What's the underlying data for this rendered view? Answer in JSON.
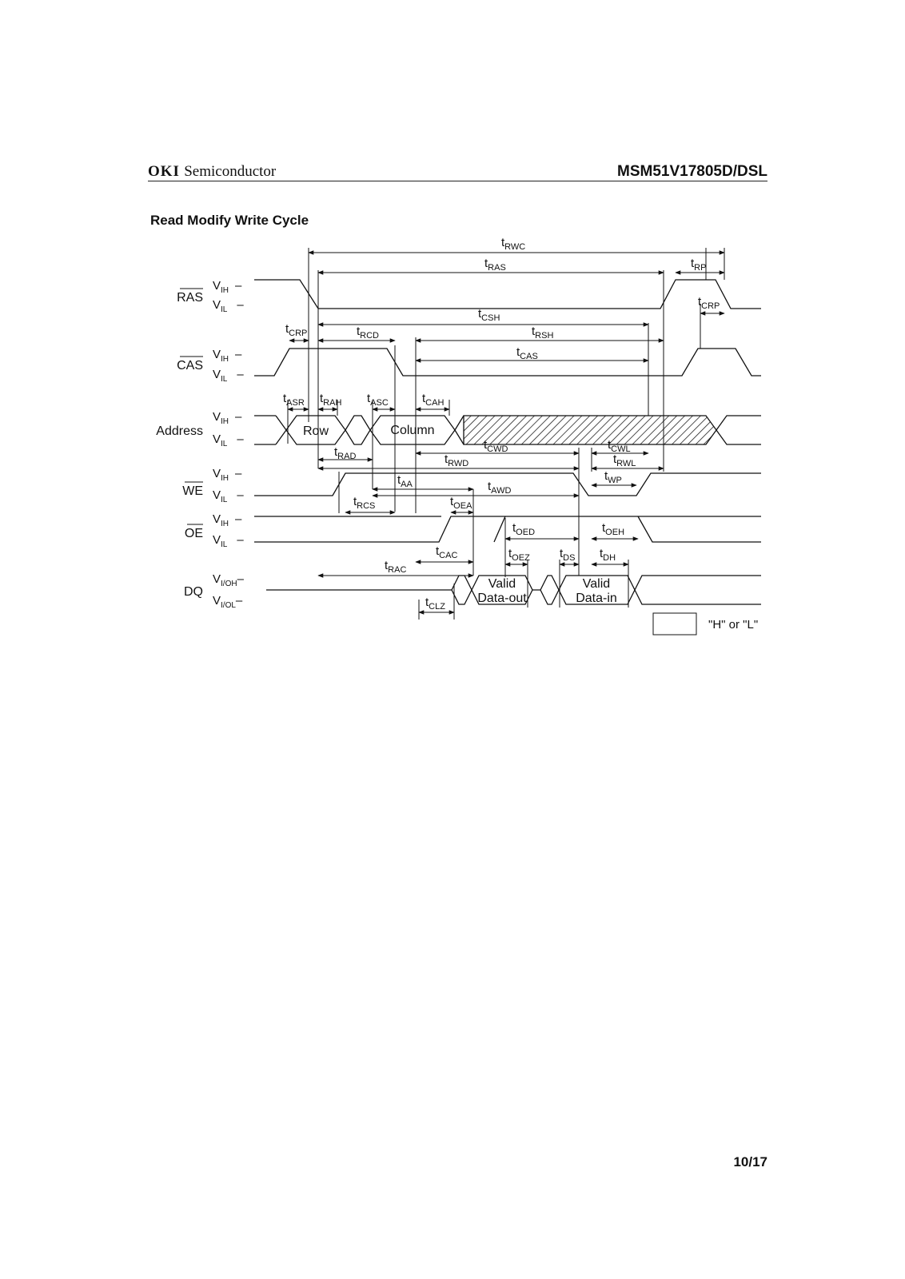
{
  "header": {
    "brand": "OKI",
    "brand_sub": "Semiconductor",
    "part_number": "MSM51V17805D/DSL"
  },
  "section_title": "Read Modify Write Cycle",
  "signals": {
    "ras": "RAS",
    "cas": "CAS",
    "address": "Address",
    "we": "WE",
    "oe": "OE",
    "dq": "DQ"
  },
  "levels": {
    "vih": {
      "base": "V",
      "sub": "IH"
    },
    "vil": {
      "base": "V",
      "sub": "IL"
    },
    "vioh": {
      "base": "V",
      "sub": "I/OH"
    },
    "viol": {
      "base": "V",
      "sub": "I/OL"
    },
    "dash": "–"
  },
  "address_boxes": {
    "row": "Row",
    "column": "Column"
  },
  "dq_boxes": {
    "data_out_line1": "Valid",
    "data_out_line2": "Data-out",
    "data_in_line1": "Valid",
    "data_in_line2": "Data-in"
  },
  "legend": {
    "label": "\"H\" or \"L\""
  },
  "timing_params": {
    "trwc": "RWC",
    "tras": "RAS",
    "trp": "RP",
    "tcrp_right": "CRP",
    "tcsh": "CSH",
    "tcrp": "CRP",
    "trcd": "RCD",
    "trsh": "RSH",
    "tcas": "CAS",
    "tasr": "ASR",
    "trah": "RAH",
    "tasc": "ASC",
    "tcah": "CAH",
    "trad": "RAD",
    "tcwd": "CWD",
    "tcwl": "CWL",
    "trwd": "RWD",
    "trwl": "RWL",
    "taa": "AA",
    "tawd": "AWD",
    "twp": "WP",
    "trcs": "RCS",
    "toea": "OEA",
    "toed": "OED",
    "toeh": "OEH",
    "tcac": "CAC",
    "toez": "OEZ",
    "tds": "DS",
    "tdh": "DH",
    "trac": "RAC",
    "tclz": "CLZ"
  },
  "footer": {
    "page": "10/17"
  }
}
